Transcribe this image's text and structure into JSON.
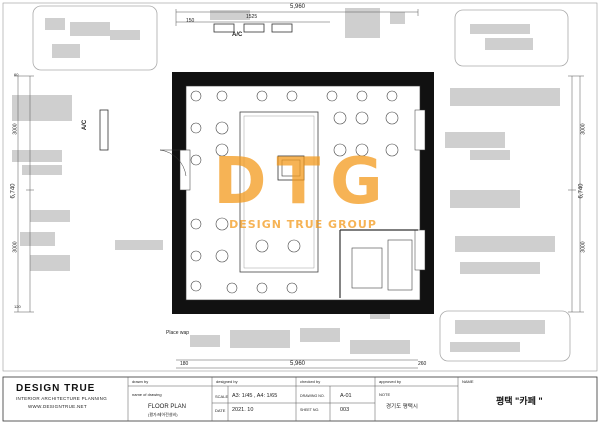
{
  "watermark": {
    "logo": "DTG",
    "tagline": "DESIGN TRUE GROUP",
    "color": "#f39a1c"
  },
  "plan": {
    "ac_label_top": "A/C",
    "ac_label_side": "A/C",
    "dim_top_total": "5,960",
    "dim_bottom_total": "5,960",
    "dim_top_1": "1525",
    "dim_left_total": "6,740",
    "dim_right_total": "6,740",
    "dim_left_1": "3000",
    "dim_left_2": "3000",
    "dim_right_1": "3000",
    "dim_right_2": "3000",
    "dim_small_top": "150",
    "dim_bottom_1": "180",
    "dim_bottom_2": "260",
    "dim_side_1": "60",
    "dim_side_2": "120",
    "place_note": "Place wap"
  },
  "title_block": {
    "company": "DESIGN TRUE",
    "company_sub": "INTERIOR ARCHITECTURE PLANNING",
    "company_url": "WWW.DESIGNTRUE.NET",
    "drawn_by_label": "drawn by",
    "drawing_name_label": "name of drawing",
    "drawing_name": "FLOOR PLAN",
    "drawing_name_sub": "(평가/제어전설비)",
    "designed_by_label": "designed by",
    "scale_label": "SCALE",
    "scale_value": "A3: 1/45  ,  A4: 1/65",
    "date_label": "DATE",
    "date_value": "2021. 10",
    "checked_by_label": "checked by",
    "drawing_no_label": "DRAWING NO.",
    "drawing_no_value": "A-01",
    "sheet_no_label": "SHEET NO.",
    "sheet_no_value": "003",
    "approved_by_label": "approved by",
    "note_label": "NOTE",
    "note_value": "경기도 평택시",
    "name_label": "NAME",
    "project_name": "평택 \"카페 \""
  }
}
